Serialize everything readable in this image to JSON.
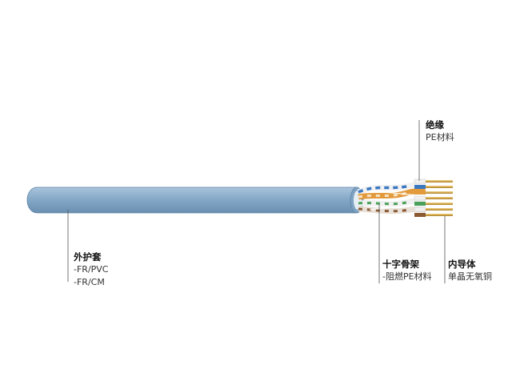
{
  "labels": {
    "jacket": {
      "title": "外护套",
      "lines": [
        "-FR/PVC",
        "-FR/CM"
      ]
    },
    "insulation": {
      "title": "绝缘",
      "lines": [
        "PE材料"
      ]
    },
    "cross_filler": {
      "title": "十字骨架",
      "lines": [
        "-阻燃PE材料"
      ]
    },
    "conductor": {
      "title": "内导体",
      "lines": [
        "单晶无氧铜"
      ]
    }
  },
  "colors": {
    "jacket": "#86a9c8",
    "jacket_shade": "#6f93b4",
    "pair_orange": "#e39a3c",
    "pair_blue": "#3b78c2",
    "pair_green": "#4aa25a",
    "pair_brown": "#8a5a35",
    "copper": "#d4a94e",
    "leader_line": "#555555"
  }
}
